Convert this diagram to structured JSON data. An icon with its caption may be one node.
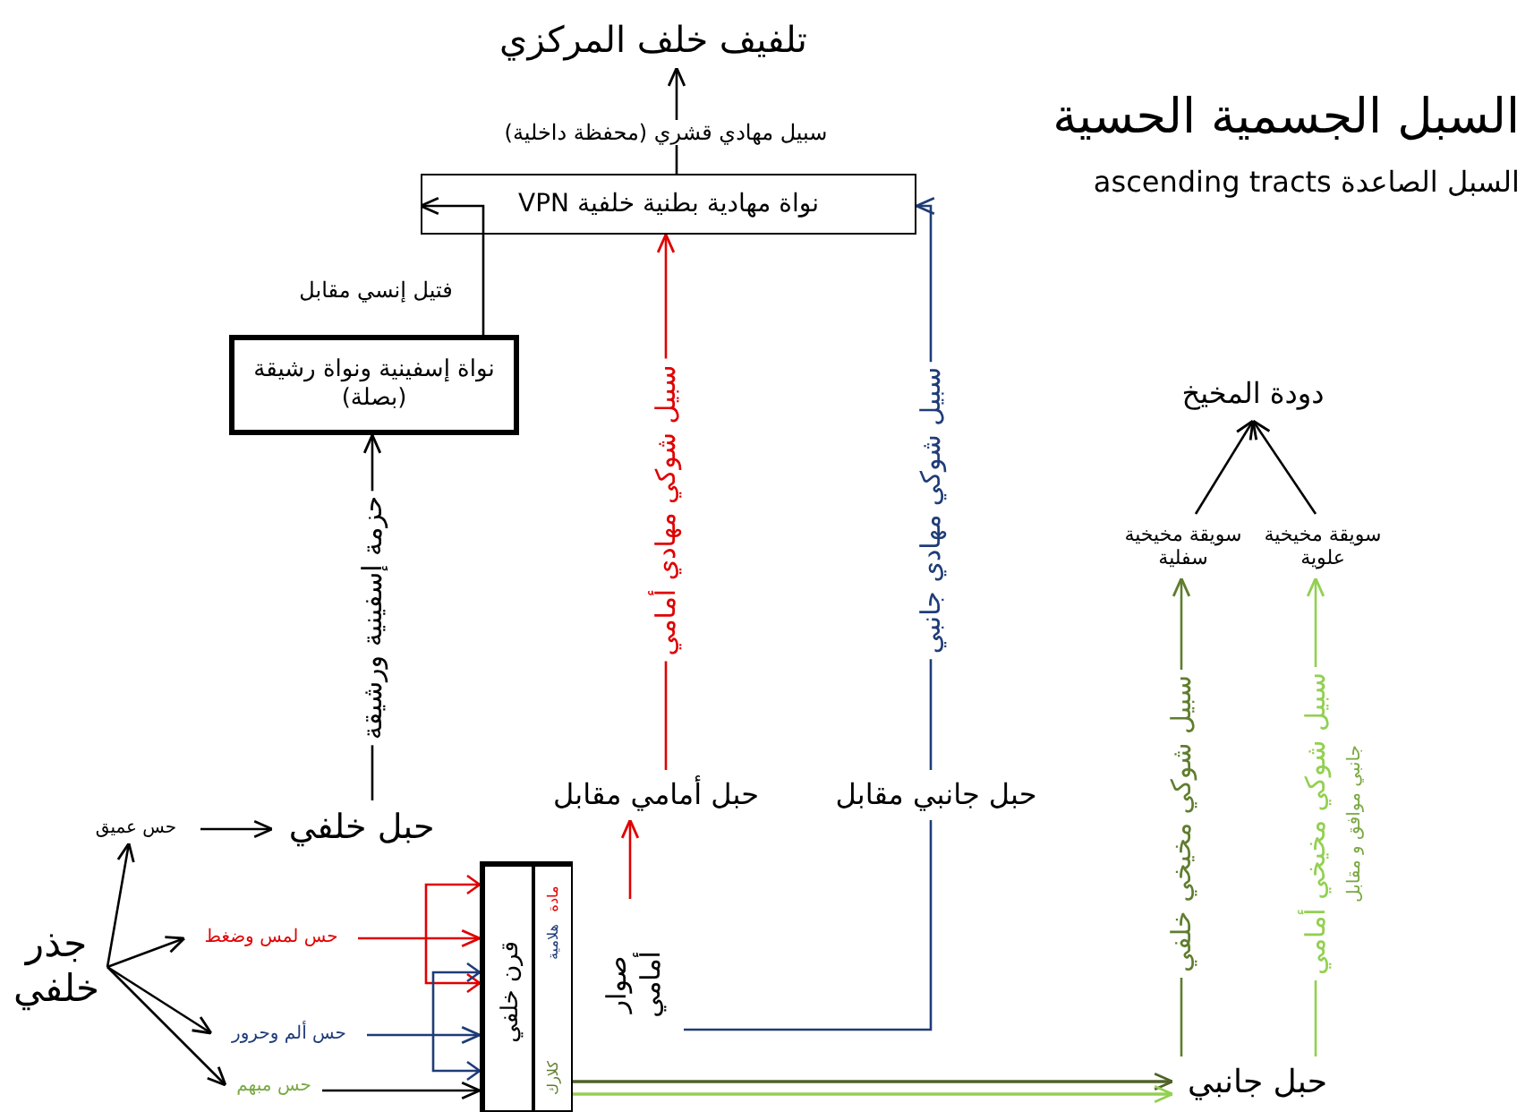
{
  "diagram": {
    "title": "السبل الجسمية الحسية",
    "nodes": [
      {
        "text": [
          "تلفيف خلف المركزي"
        ]
      },
      {
        "text": [
          "نواة مهادية بطنية خلفية VPN"
        ]
      },
      {
        "text": [
          "نواة إسفينية ونواة رشيقة (بصلة)"
        ]
      },
      {
        "text": [
          "حبل خلفي"
        ]
      },
      {
        "text": [
          "حبل أمامي مقابل"
        ]
      },
      {
        "text": [
          "حبل جانبي مقابل"
        ]
      },
      {
        "text": [
          "دودة المخيخ"
        ]
      },
      {
        "text": [
          "سويقة مخيخية سفلية"
        ]
      },
      {
        "text": [
          "سويقة مخيخية علوية"
        ]
      },
      {
        "text": [
          "حبل جانبي"
        ]
      },
      {
        "text": [
          "جذر خلفي"
        ]
      },
      {
        "text": [
          "حس عميق"
        ]
      },
      {
        "text": [
          "حس لمس وضغط"
        ]
      },
      {
        "text": [
          "حس ألم وحرور"
        ]
      },
      {
        "text": [
          "حس مبهم"
        ]
      },
      {
        "text": [
          "قرن خلفي"
        ]
      },
      {
        "text": [
          "مادة",
          "هلامية",
          "كلارك"
        ]
      },
      {
        "text": [
          "صوار أمامي"
        ]
      }
    ],
    "edges": [
      {
        "from": 2,
        "to": 1,
        "arrow": "to",
        "label": "فتيل إنسي مقابل"
      },
      {
        "from": 1,
        "to": 0,
        "arrow": "to",
        "label": "سبيل مهادي قشري (محفظة داخلية)"
      },
      {
        "from": 3,
        "to": 2,
        "arrow": "to",
        "label": "حزمة إسفينية ورشيقة"
      },
      {
        "from": 4,
        "to": 1,
        "arrow": "to",
        "label": "سبيل شوكي مهادي أمامي",
        "color": "#e00000"
      },
      {
        "from": 5,
        "to": 1,
        "arrow": "to",
        "label": "سبيل شوكي مهادي جانبي",
        "color": "#1f3c78"
      },
      {
        "from": 9,
        "to": 7,
        "arrow": "to",
        "label": "سبيل شوكي مخيخي خلفي",
        "color": "#5f7d2e"
      },
      {
        "from": 9,
        "to": 8,
        "arrow": "to",
        "label": "سبيل شوكي مخيخي أمامي",
        "color": "#92d050"
      },
      {
        "from": 7,
        "to": 6,
        "arrow": "to"
      },
      {
        "from": 8,
        "to": 6,
        "arrow": "to"
      },
      {
        "from": 10,
        "to": 11,
        "arrow": "to"
      },
      {
        "from": 10,
        "to": 12,
        "arrow": "to"
      },
      {
        "from": 10,
        "to": 13,
        "arrow": "to"
      },
      {
        "from": 10,
        "to": 14,
        "arrow": "to"
      },
      {
        "from": 11,
        "to": 3,
        "arrow": "to"
      },
      {
        "from": 12,
        "to": 15,
        "arrow": "to",
        "color": "#e00000"
      },
      {
        "from": 13,
        "to": 15,
        "arrow": "to",
        "color": "#1f3c78"
      },
      {
        "from": 14,
        "to": 15,
        "arrow": "to"
      },
      {
        "from": 17,
        "to": 5,
        "arrow": "none",
        "color": "#1f3c78"
      },
      {
        "from": null,
        "to": 4,
        "arrow": "to",
        "color": "#e00000"
      },
      {
        "from": 16,
        "to": 9,
        "arrow": "to",
        "color": "#4f6228"
      },
      {
        "from": 16,
        "to": 9,
        "arrow": "to",
        "color": "#92d050"
      }
    ],
    "labels": [
      "السبل الصاعدة ascending tracts",
      "جانبي موافق و مقابل"
    ]
  }
}
